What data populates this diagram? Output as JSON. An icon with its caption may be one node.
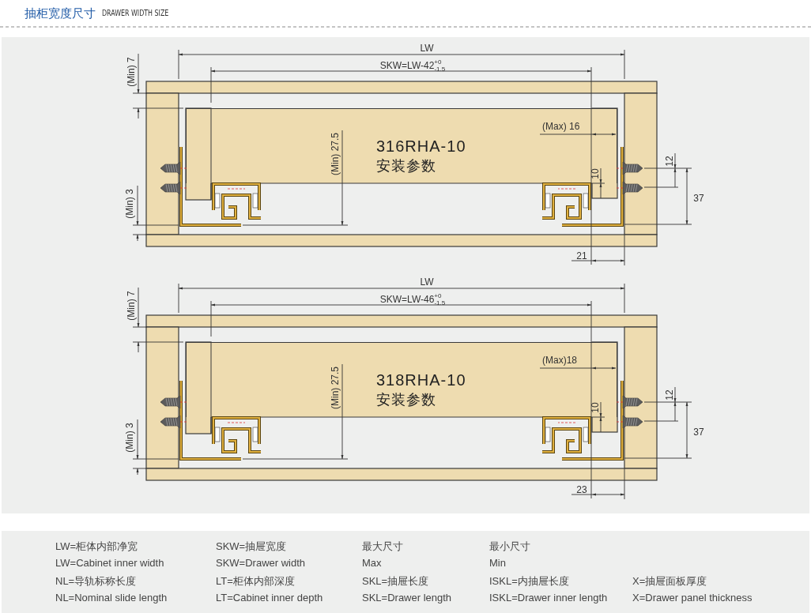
{
  "diagram": {
    "title": "抽柜宽度尺寸",
    "nodes": [
      {
        "text": [
          "316RHA-10",
          "安装参数"
        ]
      },
      {
        "text": [
          "318RHA-10",
          "安装参数"
        ]
      }
    ],
    "labels": [
      "DRAWER WIDTH SIZE",
      "LW",
      "SKW=LW-42$^{+0}$$_{-1.5}$",
      "(Min) 7",
      "(Max) 16",
      "(Min) 27.5",
      "12",
      "10",
      "37",
      "(Min) 3",
      "21",
      "LW",
      "SKW=LW-46$^{+0}$$_{-1.5}$",
      "(Min) 7",
      "(Max)18",
      "(Min) 27.5",
      "12",
      "10",
      "37",
      "(Min) 3",
      "23",
      "LW=柜体内部净宽",
      "SKW=抽屉宽度",
      "最大尺寸",
      "最小尺寸",
      "LW=Cabinet inner width",
      "SKW=Drawer width",
      "Max",
      "Min",
      "NL=导轨标称长度",
      "LT=柜体内部深度",
      "SKL=抽屉长度",
      "ISKL=内抽屉长度",
      "X=抽屉面板厚度",
      "NL=Nominal slide length",
      "LT=Cabinet inner depth",
      "SKL=Drawer length",
      "ISKL=Drawer inner length",
      "X=Drawer panel thickness"
    ]
  }
}
